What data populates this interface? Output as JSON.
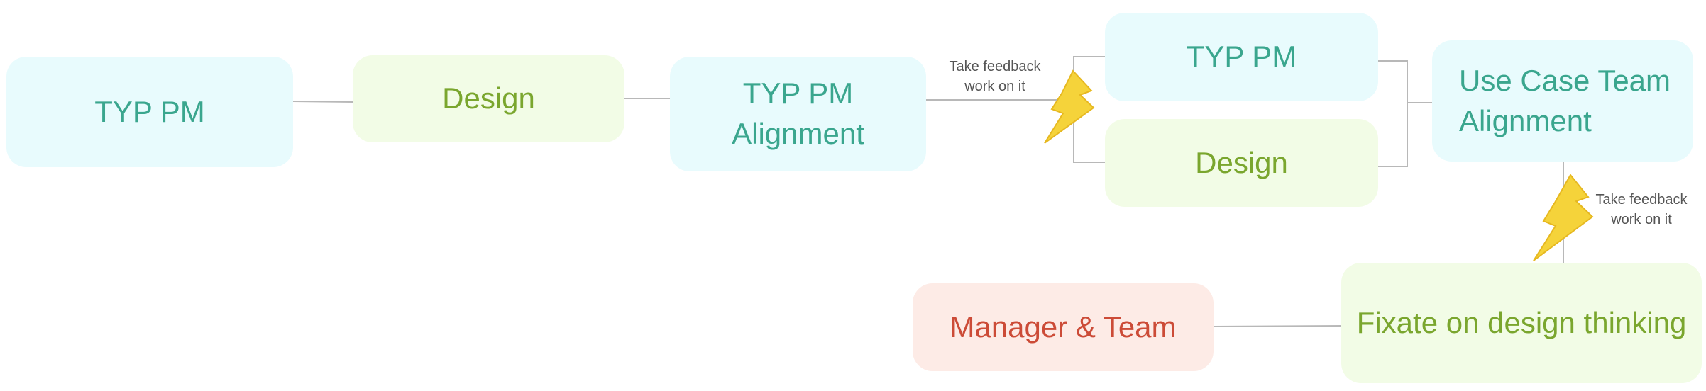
{
  "nodes": {
    "typ_pm_1": "TYP PM",
    "design_1": "Design",
    "typ_pm_alignment_line1": "TYP PM",
    "typ_pm_alignment_line2": "Alignment",
    "typ_pm_2": "TYP PM",
    "design_2": "Design",
    "use_case_line1": "Use Case Team",
    "use_case_line2": "Alignment",
    "fixate": "Fixate on design thinking",
    "manager_team": "Manager & Team"
  },
  "feedback_labels": {
    "first_line1": "Take feedback",
    "first_line2": "work on it",
    "second_line1": "Take feedback",
    "second_line2": "work on it"
  },
  "icons": [
    "lightning-icon",
    "lightning-icon"
  ],
  "colors": {
    "teal_fill": "#e8fbfd",
    "teal_text": "#3aa68e",
    "green_fill": "#f2fce6",
    "green_text": "#7aa62e",
    "red_fill": "#fdebe6",
    "red_text": "#cc4b37",
    "lightning": "#f5d33a",
    "connector": "#b8b8b8"
  }
}
